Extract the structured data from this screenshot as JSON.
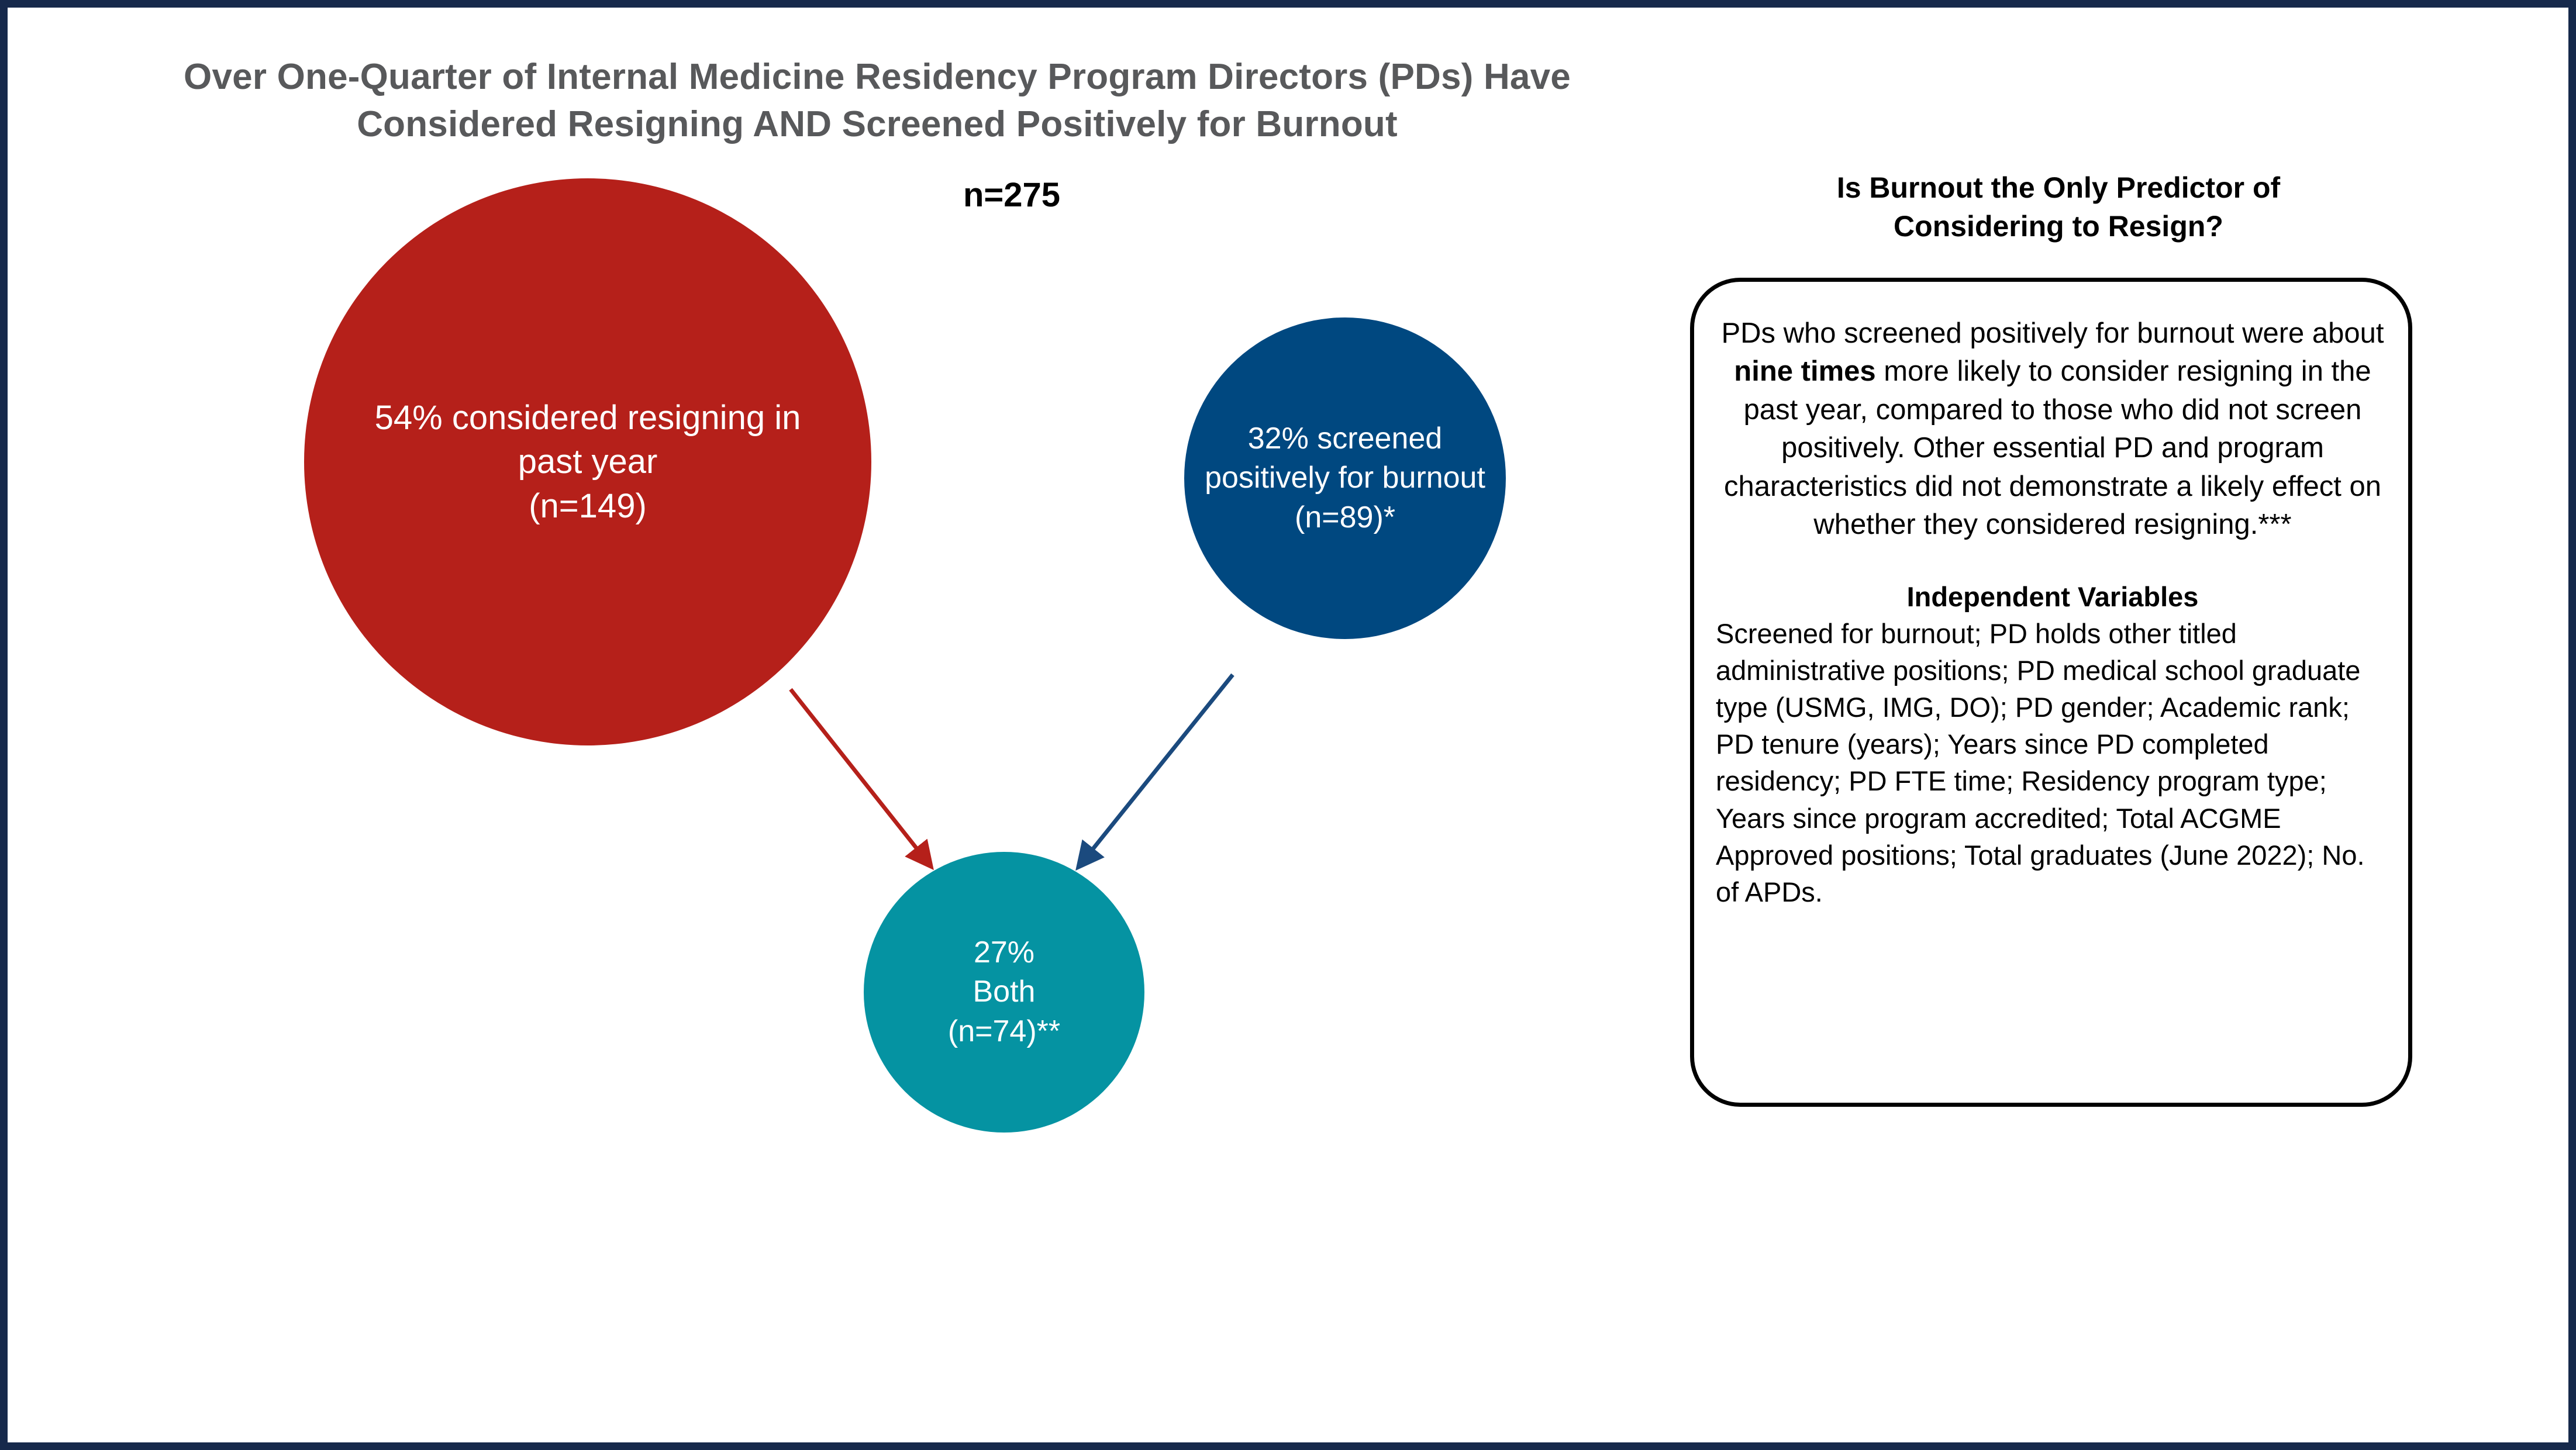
{
  "figure": {
    "title_line1": "Over One-Quarter of Internal Medicine Residency Program Directors (PDs) Have",
    "title_line2": "Considered Resigning AND Screened Positively for Burnout",
    "sample_size_label": "n=275"
  },
  "bubbles": {
    "resigning": {
      "line1": "54% considered resigning in",
      "line2": "past year",
      "line3": "(n=149)",
      "percent": 54,
      "count": 149,
      "color": "#b5201a"
    },
    "burnout": {
      "line1": "32% screened",
      "line2": "positively for burnout",
      "line3": "(n=89)*",
      "percent": 32,
      "count": 89,
      "color": "#004880"
    },
    "both": {
      "line1": "27%",
      "line2": "Both",
      "line3": "(n=74)**",
      "percent": 27,
      "count": 74,
      "color": "#0593a2"
    }
  },
  "panel": {
    "heading_line1": "Is Burnout the Only Predictor of",
    "heading_line2": "Considering to Resign?",
    "paragraph_part1": "PDs who screened positively for burnout were about ",
    "paragraph_emphasis": "nine times",
    "paragraph_part2": " more likely to consider resigning in the past year, compared to those who did not screen positively. Other essential PD and program characteristics did not demonstrate a likely effect on whether they considered resigning.***",
    "independent_variables_heading": "Independent Variables",
    "independent_variables_text": "Screened for burnout; PD holds other titled administrative positions; PD medical school graduate type (USMG, IMG, DO); PD gender; Academic rank; PD tenure (years); Years since PD completed residency; PD FTE time; Residency program type; Years since program accredited; Total ACGME Approved positions; Total graduates (June 2022); No. of APDs."
  },
  "chart_data": {
    "type": "venn-bubble",
    "title": "Over One-Quarter of Internal Medicine Residency Program Directors (PDs) Have Considered Resigning AND Screened Positively for Burnout",
    "total_n": 275,
    "categories": [
      "54% considered resigning in past year",
      "32% screened positively for burnout",
      "27% Both"
    ],
    "values": [
      54,
      32,
      27
    ],
    "counts": [
      149,
      89,
      74
    ],
    "colors": [
      "#b5201a",
      "#004880",
      "#0593a2"
    ],
    "xlabel": "",
    "ylabel": "",
    "legend": "none",
    "grid": false,
    "annotations": [
      "n=275",
      "arrow from 'considered resigning' bubble to 'Both' bubble",
      "arrow from 'screened positively for burnout' bubble to 'Both' bubble"
    ]
  },
  "colors": {
    "frame": "#16294b",
    "title_text": "#58595b",
    "red": "#b5201a",
    "blue": "#004880",
    "teal": "#0593a2"
  }
}
